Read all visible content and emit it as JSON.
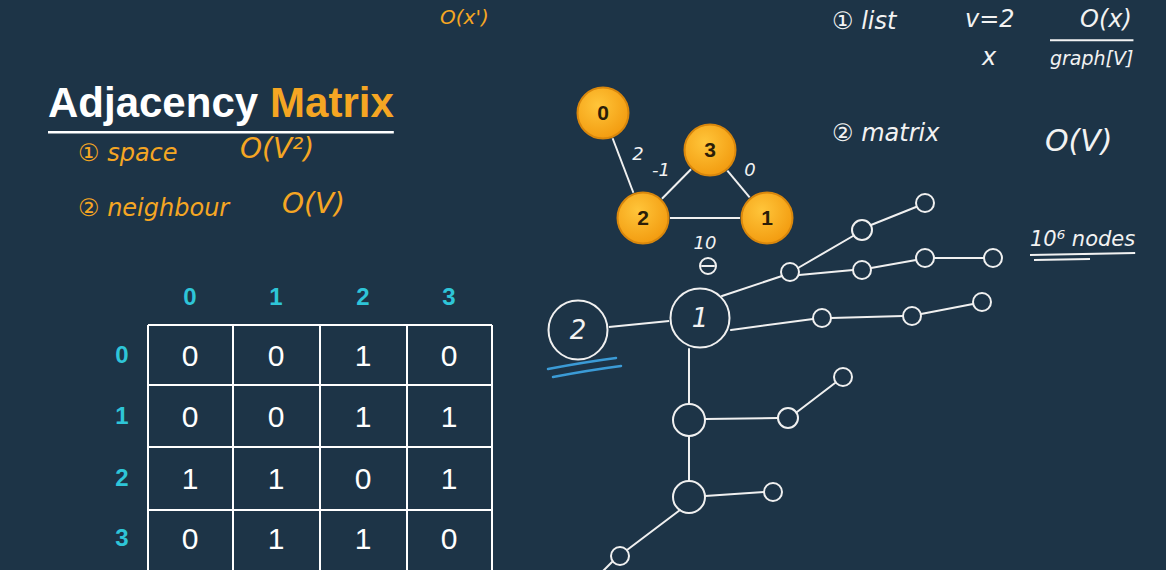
{
  "diagram": {
    "nodes": [
      {
        "text": [
          "0"
        ]
      },
      {
        "text": [
          "3"
        ]
      },
      {
        "text": [
          "2"
        ]
      },
      {
        "text": [
          "1"
        ]
      },
      {
        "text": [
          "2"
        ]
      },
      {
        "text": [
          "1"
        ]
      }
    ],
    "edges": [
      {
        "from": 0,
        "to": 2,
        "arrow": "none",
        "label": "2"
      },
      {
        "from": 2,
        "to": 1,
        "arrow": "none",
        "label": "-1"
      },
      {
        "from": 1,
        "to": 3,
        "arrow": "none",
        "label": "0"
      },
      {
        "from": 2,
        "to": 3,
        "arrow": "none",
        "label": "10"
      },
      {
        "from": 4,
        "to": 5,
        "arrow": "none"
      }
    ],
    "labels": [
      "Adjacency",
      "Matrix",
      "O(x')",
      "① space",
      "O(V²)",
      "② neighbour",
      "O(V)",
      "0",
      "1",
      "2",
      "3",
      "0",
      "0",
      "0",
      "1",
      "0",
      "1",
      "0",
      "0",
      "1",
      "1",
      "2",
      "1",
      "1",
      "0",
      "1",
      "3",
      "0",
      "1",
      "1",
      "0",
      "① list",
      "v=2",
      "x",
      "O(x)",
      "graph[V]",
      "② matrix",
      "O(V)",
      "10⁶ nodes"
    ]
  }
}
